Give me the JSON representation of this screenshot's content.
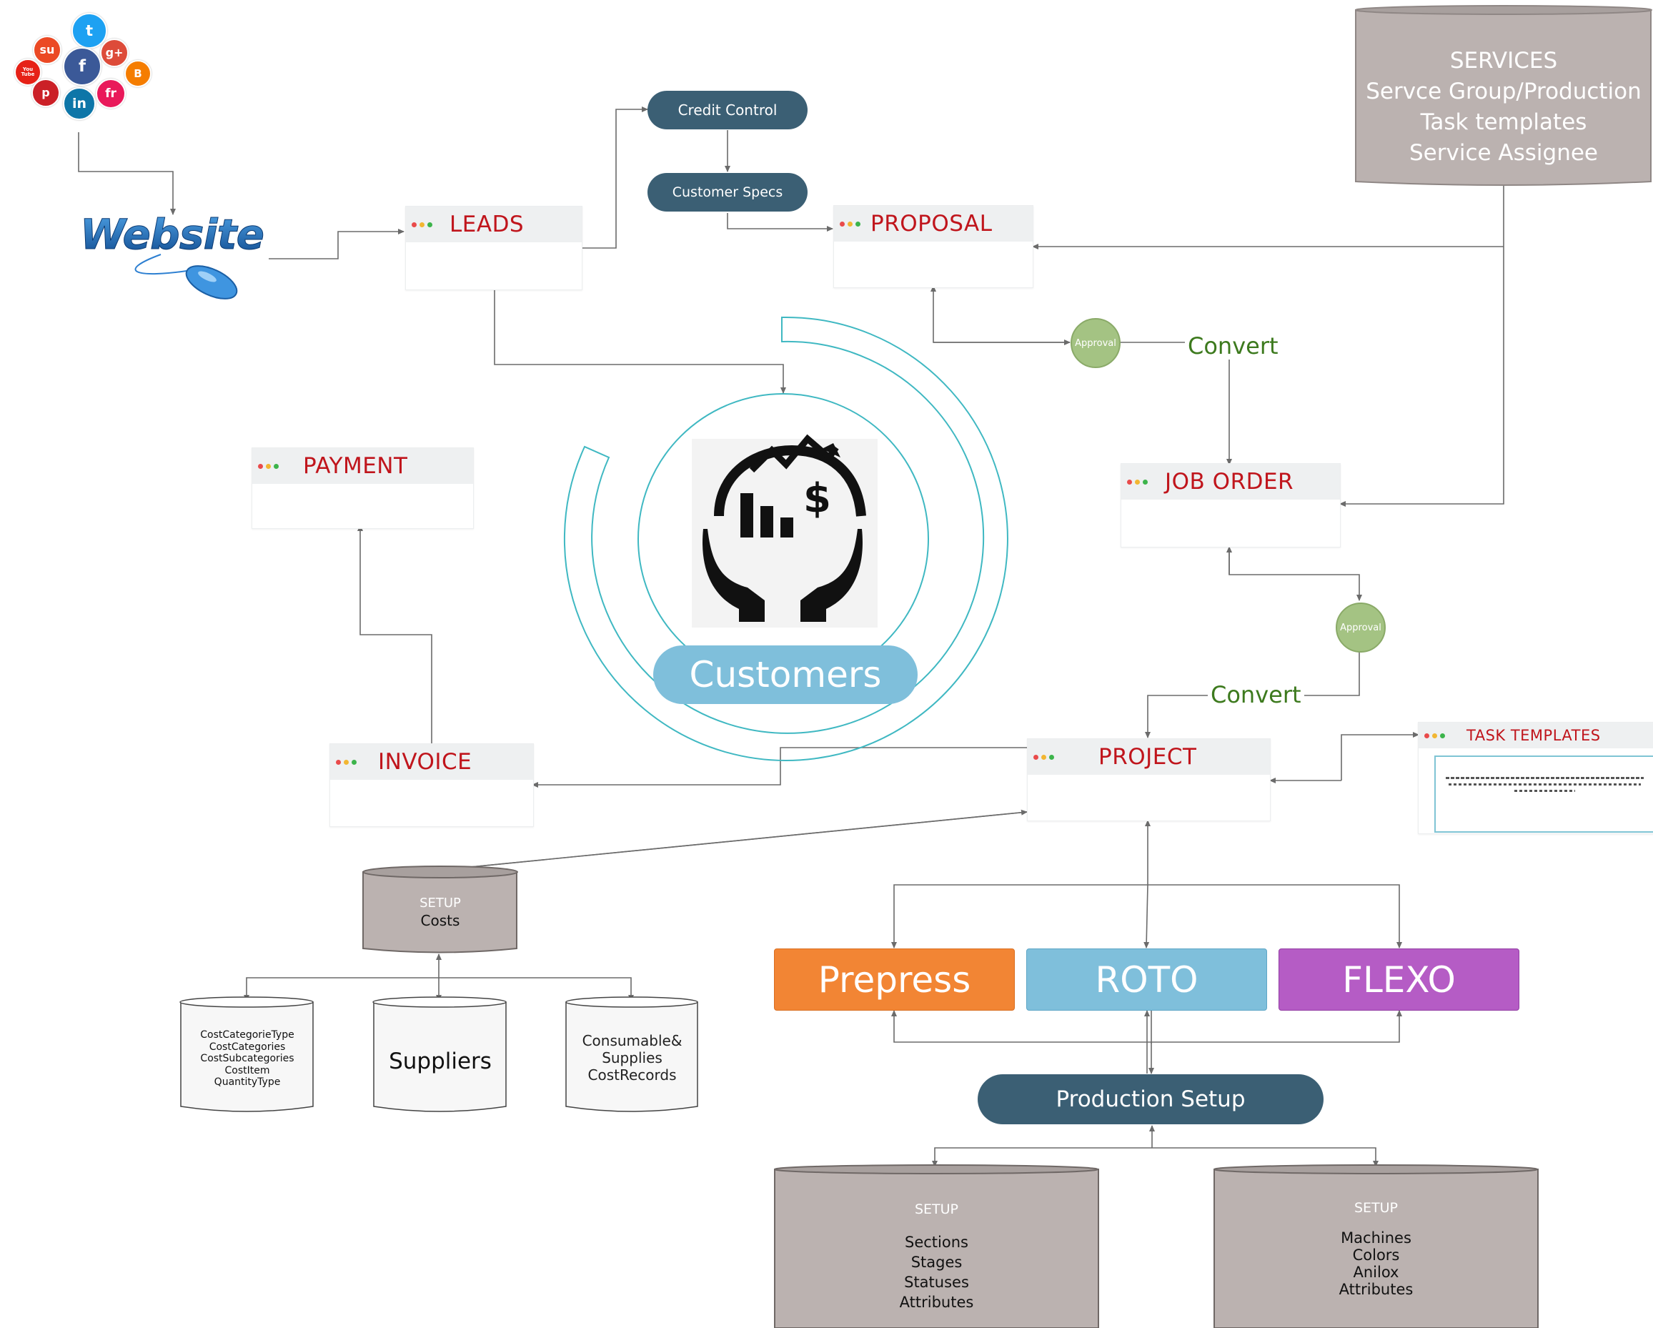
{
  "colors": {
    "card_title": "#c0151c",
    "card_head": "#eef0f1",
    "pill": "#3b5f74",
    "cylinder_fill": "#bbb2b0",
    "approval": "#a4c383",
    "convert": "#3d7a1e",
    "prepress": "#f28534",
    "roto": "#7fbfdb",
    "flexo": "#b55cc5",
    "customers_pill": "#7fbfdb",
    "ring": "#3fb8c2",
    "connector": "#6b6b6b",
    "dot_red": "#e94b4b",
    "dot_yellow": "#f2b632",
    "dot_green": "#3cb44b"
  },
  "website": {
    "label": "Website"
  },
  "social_icons": [
    {
      "icon": "twitter-icon",
      "glyph": "t",
      "color": "#1da1f2"
    },
    {
      "icon": "stumbleupon-icon",
      "glyph": "su",
      "color": "#eb4924"
    },
    {
      "icon": "youtube-icon",
      "glyph": "You Tube",
      "color": "#e62117"
    },
    {
      "icon": "facebook-icon",
      "glyph": "f",
      "color": "#3b5998"
    },
    {
      "icon": "googleplus-icon",
      "glyph": "g+",
      "color": "#dd4b39"
    },
    {
      "icon": "blogger-icon",
      "glyph": "B",
      "color": "#f57d00"
    },
    {
      "icon": "pinterest-icon",
      "glyph": "p",
      "color": "#cb2027"
    },
    {
      "icon": "linkedin-icon",
      "glyph": "in",
      "color": "#0e76a8"
    },
    {
      "icon": "friendfeed-icon",
      "glyph": "fr",
      "color": "#e9195a"
    }
  ],
  "cards": {
    "leads": "LEADS",
    "proposal": "PROPOSAL",
    "payment": "PAYMENT",
    "job_order": "JOB ORDER",
    "invoice": "INVOICE",
    "project": "PROJECT",
    "task_templates": "TASK TEMPLATES"
  },
  "pills": {
    "credit_control": "Credit Control",
    "customer_specs": "Customer Specs",
    "production_setup": "Production Setup"
  },
  "services": {
    "lines": [
      "SERVICES",
      "Servce Group/Production",
      "Task templates",
      "Service Assignee"
    ]
  },
  "approval_label": "Approval",
  "convert_label": "Convert",
  "customers": {
    "label": "Customers",
    "icon": "hands-growth-icon"
  },
  "processes": {
    "prepress": "Prepress",
    "roto": "ROTO",
    "flexo": "FLEXO"
  },
  "setup_costs": {
    "title": "SETUP",
    "subtitle": "Costs"
  },
  "cost_children": {
    "cost_categories": [
      "CostCategorieType",
      "CostCategories",
      "CostSubcategories",
      "CostItem",
      "QuantityType"
    ],
    "suppliers": "Suppliers",
    "consumables": [
      "Consumable&",
      "Supplies",
      "CostRecords"
    ]
  },
  "setup_sections": {
    "title": "SETUP",
    "lines": [
      "Sections",
      "Stages",
      "Statuses",
      "Attributes"
    ]
  },
  "setup_machines": {
    "title": "SETUP",
    "lines": [
      "Machines",
      "Colors",
      "Anilox",
      "Attributes"
    ]
  }
}
